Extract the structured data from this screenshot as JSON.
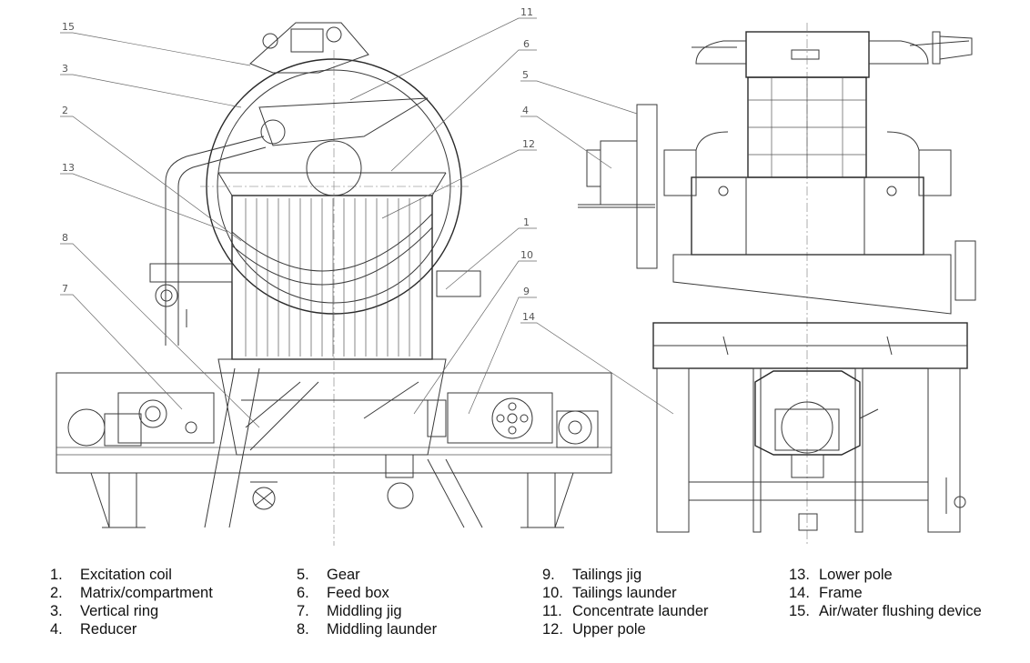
{
  "callout_numbers": [
    "1",
    "2",
    "3",
    "4",
    "5",
    "6",
    "7",
    "8",
    "9",
    "10",
    "11",
    "12",
    "13",
    "14",
    "15"
  ],
  "legend": [
    [
      {
        "num": "1.",
        "label": "Excitation coil"
      },
      {
        "num": "2.",
        "label": "Matrix/compartment"
      },
      {
        "num": "3.",
        "label": "Vertical ring"
      },
      {
        "num": "4.",
        "label": "Reducer"
      }
    ],
    [
      {
        "num": "5.",
        "label": "Gear"
      },
      {
        "num": "6.",
        "label": "Feed box"
      },
      {
        "num": "7.",
        "label": "Middling jig"
      },
      {
        "num": "8.",
        "label": "Middling launder"
      }
    ],
    [
      {
        "num": "9.",
        "label": "Tailings jig"
      },
      {
        "num": "10.",
        "label": "Tailings launder"
      },
      {
        "num": "11.",
        "label": "Concentrate launder"
      },
      {
        "num": "12.",
        "label": "Upper pole"
      }
    ],
    [
      {
        "num": "13.",
        "label": "Lower pole"
      },
      {
        "num": "14.",
        "label": "Frame"
      },
      {
        "num": "15.",
        "label": "Air/water flushing device"
      }
    ]
  ]
}
